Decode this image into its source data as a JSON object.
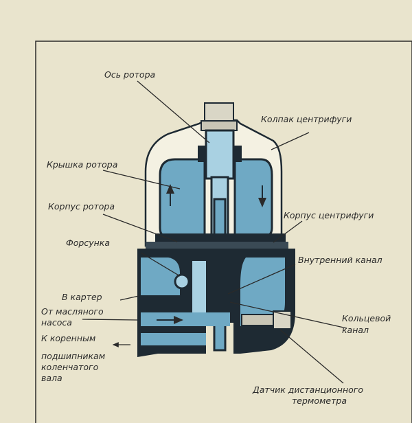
{
  "labels": {
    "rotor_axis": "Ось ротора",
    "centrifuge_cap": "Колпак центрифуги",
    "rotor_cover": "Крышка ротора",
    "rotor_body": "Корпус ротора",
    "centrifuge_body": "Корпус центрифуги",
    "nozzle": "Форсунка",
    "inner_channel": "Внутренний канал",
    "to_crankcase": "В картер",
    "from_pump_1": "От масляного",
    "from_pump_2": "насоса",
    "to_bearings_1": "К коренным",
    "to_bearings_2": "подшипникам",
    "to_bearings_3": "коленчатого",
    "to_bearings_4": "вала",
    "ring_channel_1": "Кольцевой",
    "ring_channel_2": "канал",
    "sensor_1": "Датчик дистанционного",
    "sensor_2": "термометра"
  },
  "colors": {
    "paper": "#e9e4cd",
    "oil_blue": "#6fa9c4",
    "oil_light": "#a9d1e2",
    "metal_dark": "#1e2a33",
    "line": "#2a2a2a"
  }
}
